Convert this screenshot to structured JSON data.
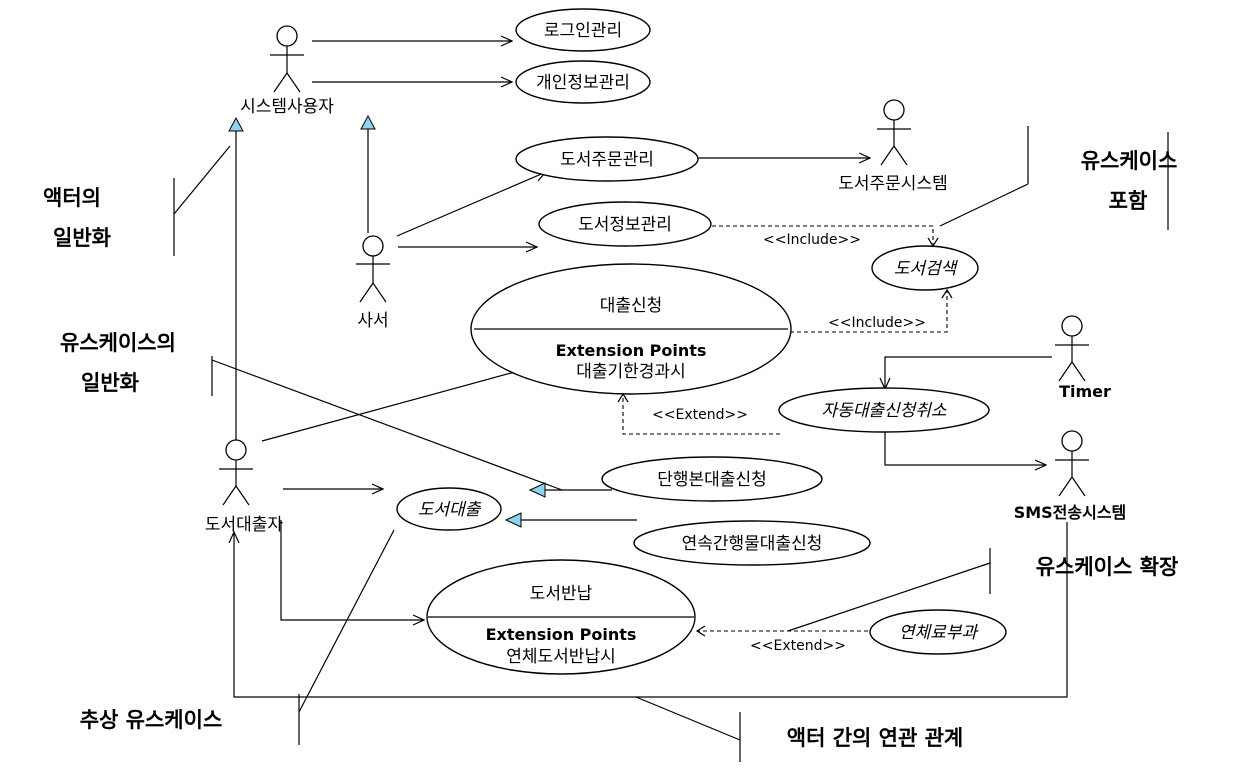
{
  "actors": {
    "system_user": "시스템사용자",
    "librarian": "사서",
    "borrower": "도서대출자",
    "order_system": "도서주문시스템",
    "timer": "Timer",
    "sms_system": "SMS전송시스템"
  },
  "usecases": {
    "login": "로그인관리",
    "personal_info": "개인정보관리",
    "book_order": "도서주문관리",
    "book_info": "도서정보관리",
    "book_search": "도서검색",
    "loan_request": "대출신청",
    "loan_request_ep_title": "Extension Points",
    "loan_request_ep": "대출기한경과시",
    "auto_cancel": "자동대출신청취소",
    "single_loan": "단행본대출신청",
    "book_loan": "도서대출",
    "serial_loan": "연속간행물대출신청",
    "book_return": "도서반납",
    "book_return_ep_title": "Extension Points",
    "book_return_ep": "연체도서반납시",
    "overdue_fee": "연체료부과"
  },
  "stereotypes": {
    "include1": "<<Include>>",
    "include2": "<<Include>>",
    "extend1": "<<Extend>>",
    "extend2": "<<Extend>>"
  },
  "notes": {
    "actor_gen_l1": "액터의",
    "actor_gen_l2": "일반화",
    "uc_include_l1": "유스케이스",
    "uc_include_l2": "포함",
    "uc_gen_l1": "유스케이스의",
    "uc_gen_l2": "일반화",
    "uc_extend": "유스케이스 확장",
    "abstract_uc": "추상 유스케이스",
    "actor_assoc": "액터 간의 연관 관계"
  }
}
